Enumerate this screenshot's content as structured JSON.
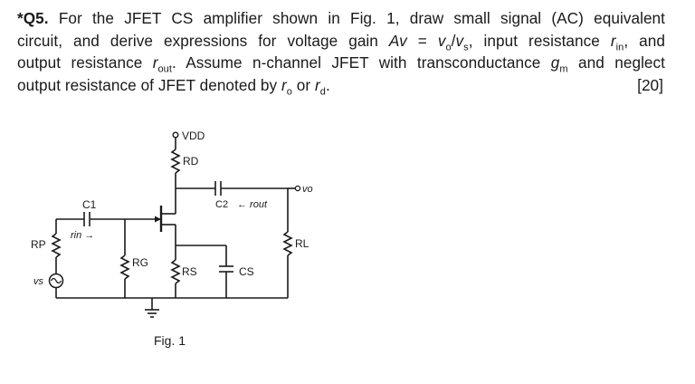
{
  "question": {
    "number": "*Q5.",
    "line1": "For the JFET CS amplifier shown in Fig. 1, draw small signal (AC) equivalent",
    "line2_a": "circuit, and derive expressions for voltage gain ",
    "av": "Av",
    "line2_b": " = ",
    "vo": "v",
    "vo_sub": "o",
    "slash": "/",
    "vs": "v",
    "vs_sub": "s",
    "line2_c": ", input resistance ",
    "rin": "r",
    "rin_sub": "in",
    "line2_d": ", and",
    "line3_a": "output resistance ",
    "rout": "r",
    "rout_sub": "out",
    "line3_b": ". Assume n-channel JFET with transconductance ",
    "gm": "g",
    "gm_sub": "m",
    "line3_c": " and neglect",
    "line4_a": "output resistance of JFET denoted by ",
    "ro": "r",
    "ro_sub": "o",
    "line4_b": " or ",
    "rd": "r",
    "rd_sub": "d",
    "line4_c": ".",
    "marks": "[20]"
  },
  "figure": {
    "vdd": "VDD",
    "rd": "RD",
    "c1": "C1",
    "c2": "C2",
    "rout_label": "← rout",
    "vo": "vo",
    "rin_label": "rin →",
    "rp": "RP",
    "rg": "RG",
    "rs": "RS",
    "cs": "CS",
    "rl": "RL",
    "vs": "vs",
    "caption": "Fig. 1"
  }
}
